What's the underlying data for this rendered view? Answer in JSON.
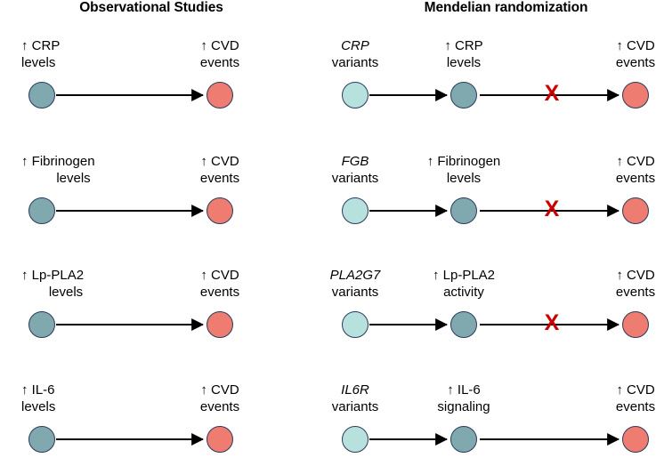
{
  "figure": {
    "panels": [
      {
        "id": "observational",
        "title": "Observational Studies"
      },
      {
        "id": "mendelian",
        "title": "Mendelian randomization"
      }
    ]
  },
  "colors": {
    "exposure_node": "#7FA9AE",
    "outcome_node": "#EE7C70",
    "variant_node": "#B7E1DD",
    "node_stroke": "#2A3A5C",
    "arrow": "#000000",
    "blocked_mark": "#CC0000",
    "background": "#FFFFFF"
  },
  "glyphs": {
    "up_arrow": "↑",
    "blocked": "X"
  },
  "rows": [
    {
      "id": "crp",
      "observational": {
        "exposure": {
          "line1": "↑ CRP",
          "line2": "levels"
        },
        "outcome": {
          "line1": "↑ CVD",
          "line2": "events"
        },
        "arrow_blocked": false
      },
      "mendelian": {
        "variant": {
          "line1": "CRP",
          "line2": "variants"
        },
        "exposure": {
          "line1": "↑ CRP",
          "line2": "levels"
        },
        "outcome": {
          "line1": "↑ CVD",
          "line2": "events"
        },
        "arrow1_blocked": false,
        "arrow2_blocked": true
      }
    },
    {
      "id": "fibrinogen",
      "observational": {
        "exposure": {
          "line1": "↑ Fibrinogen",
          "line2": "levels"
        },
        "outcome": {
          "line1": "↑ CVD",
          "line2": "events"
        },
        "arrow_blocked": false
      },
      "mendelian": {
        "variant": {
          "line1": "FGB",
          "line2": "variants"
        },
        "exposure": {
          "line1": "↑ Fibrinogen",
          "line2": "levels"
        },
        "outcome": {
          "line1": "↑ CVD",
          "line2": "events"
        },
        "arrow1_blocked": false,
        "arrow2_blocked": true
      }
    },
    {
      "id": "lppla2",
      "observational": {
        "exposure": {
          "line1": "↑ Lp-PLA2",
          "line2": "levels"
        },
        "outcome": {
          "line1": "↑ CVD",
          "line2": "events"
        },
        "arrow_blocked": false
      },
      "mendelian": {
        "variant": {
          "line1": "PLA2G7",
          "line2": "variants"
        },
        "exposure": {
          "line1": "↑ Lp-PLA2",
          "line2": "activity"
        },
        "outcome": {
          "line1": "↑ CVD",
          "line2": "events"
        },
        "arrow1_blocked": false,
        "arrow2_blocked": true
      }
    },
    {
      "id": "il6",
      "observational": {
        "exposure": {
          "line1": "↑ IL-6",
          "line2": "levels"
        },
        "outcome": {
          "line1": "↑ CVD",
          "line2": "events"
        },
        "arrow_blocked": false
      },
      "mendelian": {
        "variant": {
          "line1": "IL6R",
          "line2": "variants"
        },
        "exposure": {
          "line1": "↑ IL-6",
          "line2": "signaling"
        },
        "outcome": {
          "line1": "↑ CVD",
          "line2": "events"
        },
        "arrow1_blocked": false,
        "arrow2_blocked": false
      }
    }
  ]
}
